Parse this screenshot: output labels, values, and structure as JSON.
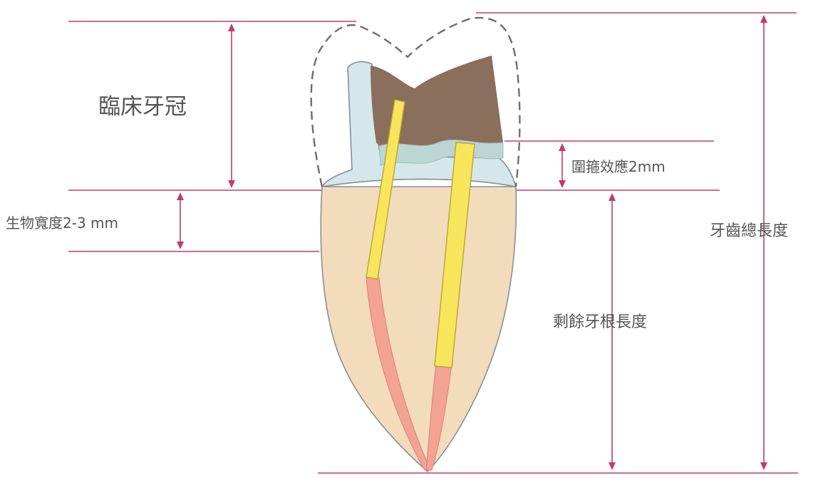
{
  "labels": {
    "clinical_crown": "臨床牙冠",
    "ferrule_effect": "圍箍效應2mm",
    "biologic_width": "生物寬度2-3 mm",
    "remaining_root_length": "剩餘牙根長度",
    "total_tooth_length": "牙齒總長度"
  },
  "colors": {
    "measure_line": "#c23b6b",
    "enamel": "#d4e8eb",
    "root": "#f2dcbc",
    "decay": "#8a6f5c",
    "post": "#f7e65c",
    "canal": "#f2a394",
    "outline": "#8a8f95"
  }
}
